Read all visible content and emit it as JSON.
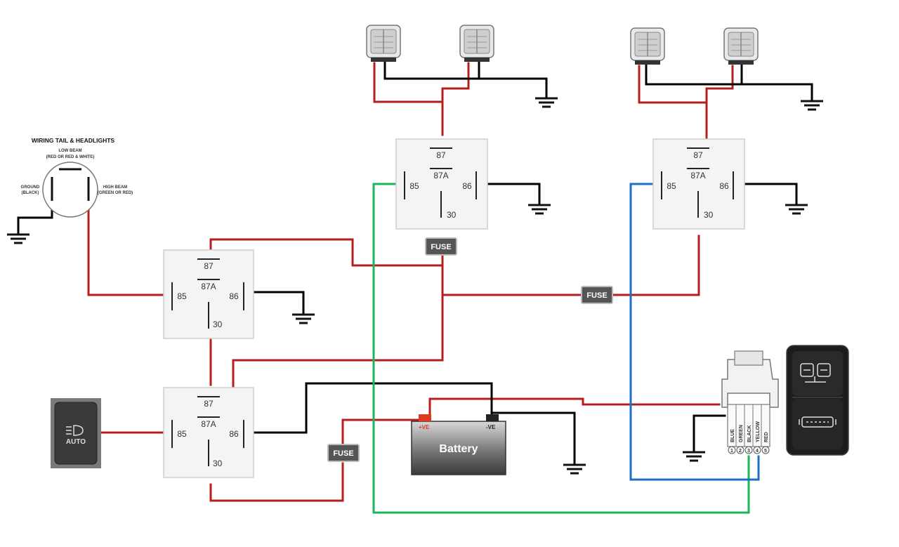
{
  "colors": {
    "red_wire": "#b51f1f",
    "black_wire": "#000000",
    "green_wire": "#1fb35a",
    "blue_wire": "#1d6fc2",
    "fuse_fill": "#555555",
    "battery_terminal_pos": "#e03a1e",
    "battery_terminal_neg": "#222222"
  },
  "headlight_plug": {
    "title": "WIRING TAIL & HEADLIGHTS",
    "low_beam_label": "LOW BEAM",
    "low_beam_sub": "(RED OR RED & WHITE)",
    "ground_label": "GROUND",
    "ground_sub": "(BLACK)",
    "high_beam_label": "HIGH BEAM",
    "high_beam_sub": "(GREEN OR RED)"
  },
  "relay_labels": {
    "pin87": "87",
    "pin87a": "87A",
    "pin85": "85",
    "pin86": "86",
    "pin30": "30"
  },
  "fuse_label": "FUSE",
  "battery": {
    "label": "Battery",
    "pos_label": "+VE",
    "neg_label": "-VE"
  },
  "auto_switch": {
    "label": "AUTO",
    "icon": "headlight-auto-icon"
  },
  "connector": {
    "wire_labels": [
      "BLUE",
      "GREEN",
      "BLACK",
      "YELLOW",
      "RED"
    ],
    "pin_numbers": [
      "1",
      "2",
      "3",
      "4",
      "5"
    ]
  },
  "rocker_switch": {
    "top_icon": "light-pods-icon",
    "bottom_icon": "light-bar-icon"
  },
  "lights": {
    "icon": "led-pod-light-icon"
  },
  "ground_icon": "ground-symbol-icon"
}
